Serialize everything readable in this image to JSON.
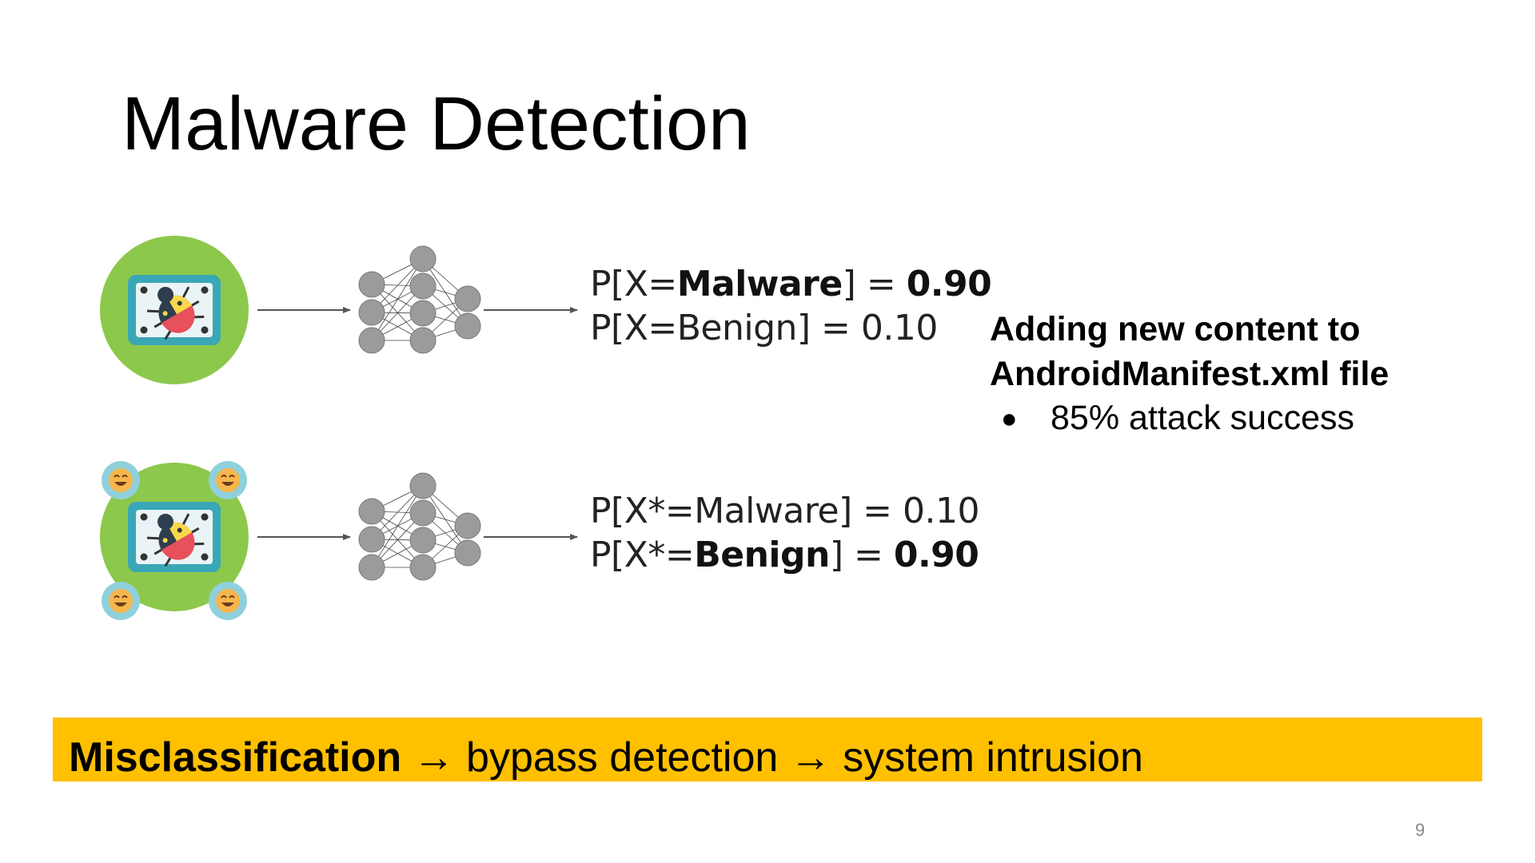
{
  "slide": {
    "title": "Malware Detection",
    "page_number": "9"
  },
  "rows": [
    {
      "prob_lines": [
        {
          "prefix": "P[X=",
          "label": "Malware",
          "label_bold": true,
          "mid": "] = ",
          "value": "0.90",
          "value_bold": true
        },
        {
          "prefix": "P[X=",
          "label": "Benign",
          "label_bold": false,
          "mid": "] = ",
          "value": "0.10",
          "value_bold": false
        }
      ]
    },
    {
      "prob_lines": [
        {
          "prefix": "P[X*=",
          "label": "Malware",
          "label_bold": false,
          "mid": "] = ",
          "value": "0.10",
          "value_bold": false
        },
        {
          "prefix": "P[X*=",
          "label": "Benign",
          "label_bold": true,
          "mid": "] = ",
          "value": "0.90",
          "value_bold": true
        }
      ]
    }
  ],
  "side_note": {
    "heading_line1": "Adding new content to",
    "heading_line2": "AndroidManifest.xml file",
    "bullets": [
      {
        "bullet": "●",
        "text": "85% attack success"
      }
    ]
  },
  "banner": {
    "bold_text": "Misclassification",
    "rest_text": " → bypass detection → system intrusion"
  },
  "icons": {
    "malware": "bug-screen-icon",
    "neural_network": "neural-network-icon",
    "perturbation": "laughing-emoji-icon"
  },
  "colors": {
    "circle_green": "#8cc84b",
    "screen_teal": "#3aa7b6",
    "bug_red": "#e8505b",
    "bug_yellow": "#f9d74b",
    "emoji_bg": "#8fd0dc",
    "emoji_face": "#f7b64c",
    "node_gray": "#9b9b9b",
    "banner": "#ffc000"
  }
}
